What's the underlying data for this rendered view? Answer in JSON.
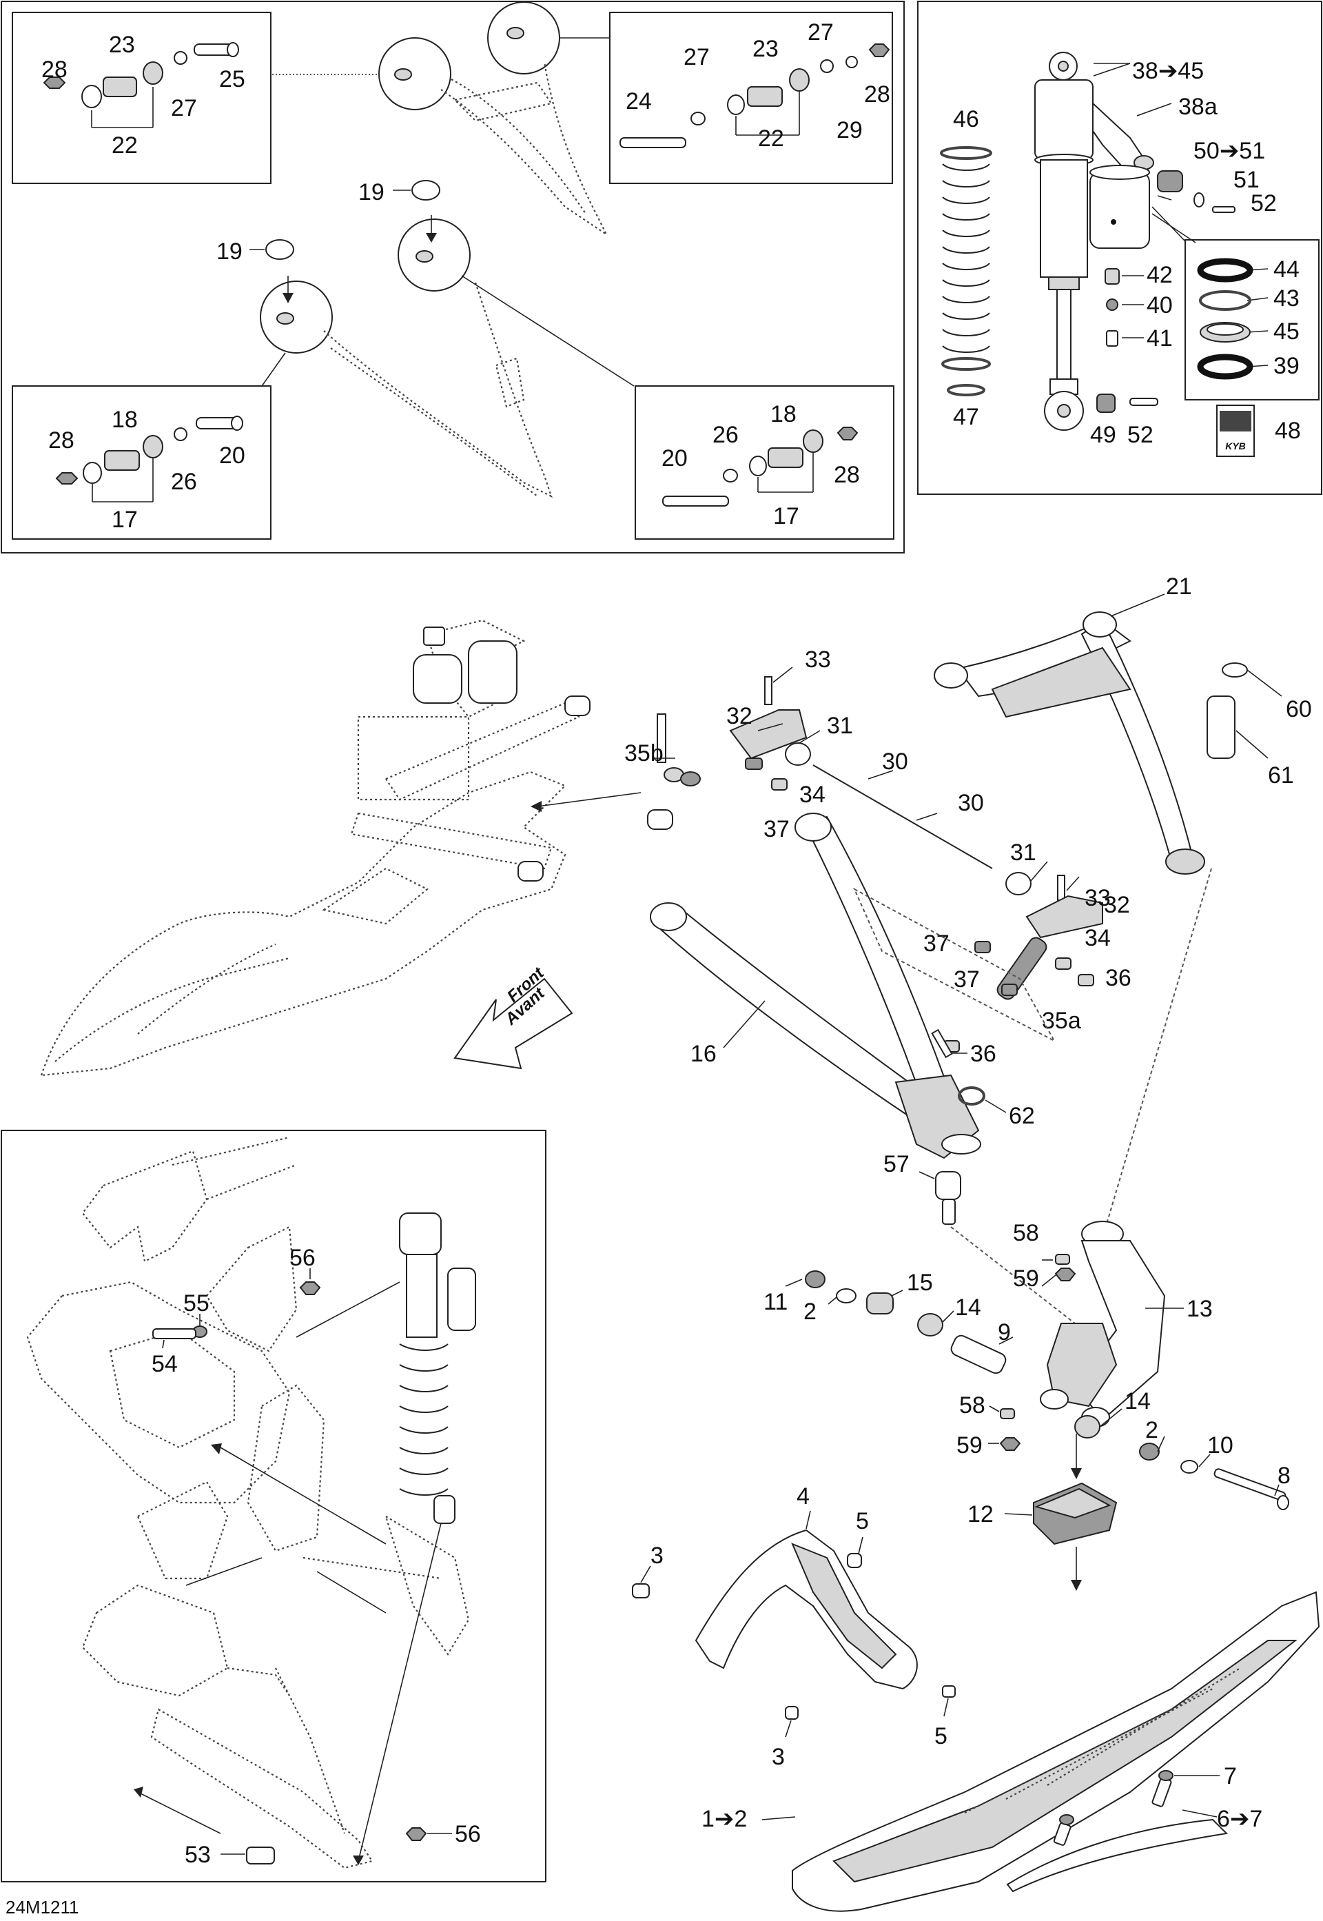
{
  "figure_code": "24M1211",
  "front_arrow": {
    "line1": "Front",
    "line2": "Avant"
  },
  "panels": {
    "top_left_bushing": [
      "28",
      "23",
      "25",
      "27",
      "22"
    ],
    "top_right_bushing": [
      "27",
      "23",
      "24",
      "27",
      "28",
      "29",
      "22"
    ],
    "lower_left_bushing": [
      "28",
      "18",
      "20",
      "26",
      "17"
    ],
    "lower_right_bushing": [
      "18",
      "26",
      "20",
      "28",
      "17"
    ],
    "top_frame": [
      "19",
      "19"
    ],
    "shock": [
      "38➔45",
      "38a",
      "46",
      "50➔51",
      "51",
      "52",
      "42",
      "40",
      "41",
      "44",
      "43",
      "45",
      "39",
      "47",
      "49",
      "52",
      "48"
    ],
    "inset": [
      "56",
      "55",
      "54",
      "56",
      "53"
    ]
  },
  "callouts": {
    "main": [
      "21",
      "60",
      "61",
      "33",
      "31",
      "32",
      "35b",
      "30",
      "30",
      "34",
      "37",
      "31",
      "33",
      "32",
      "37",
      "34",
      "37",
      "36",
      "35a",
      "16",
      "36",
      "62",
      "57",
      "58",
      "59",
      "13",
      "11",
      "15",
      "2",
      "14",
      "9",
      "58",
      "14",
      "59",
      "2",
      "10",
      "8",
      "12",
      "4",
      "5",
      "3",
      "5",
      "3",
      "7",
      "1➔2",
      "6➔7"
    ]
  },
  "shock_logo": "KYB"
}
